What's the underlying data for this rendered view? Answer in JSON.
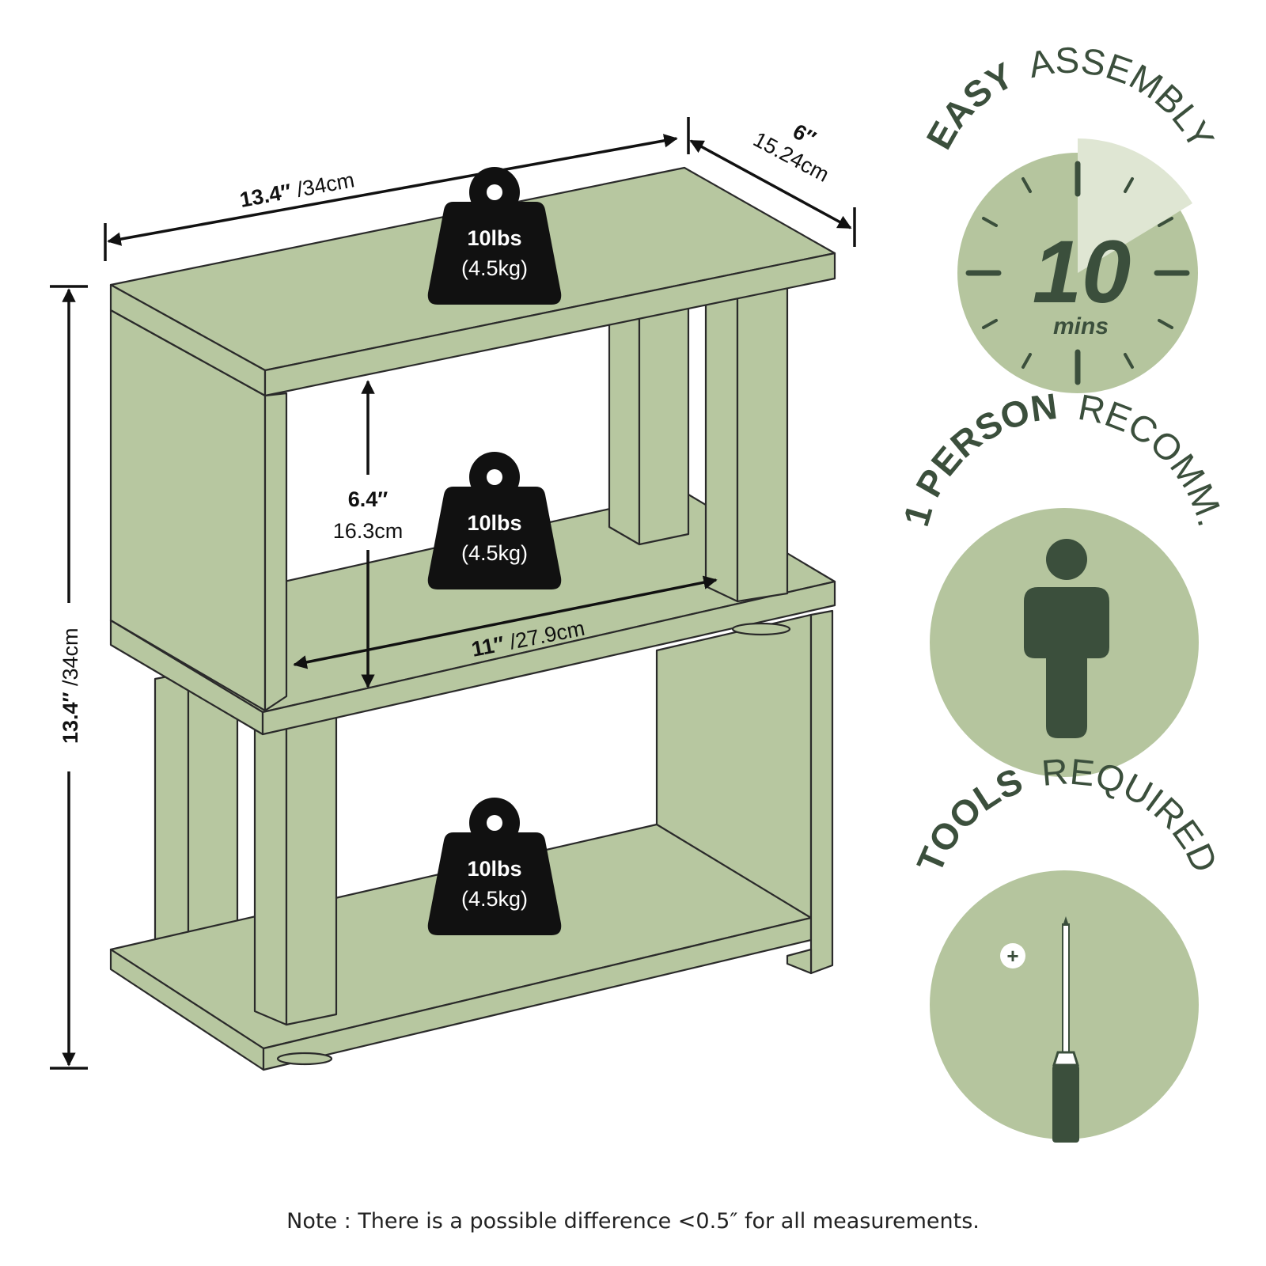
{
  "dimensions": {
    "width_in": "13.4″",
    "width_cm": "/34cm",
    "depth_in": "6″",
    "depth_cm": "15.24cm",
    "height_in": "13.4″",
    "height_cm": "/34cm",
    "shelf_gap_in": "6.4″",
    "shelf_gap_cm": "16.3cm",
    "inner_width_in": "11″",
    "inner_width_cm": "/27.9cm"
  },
  "weights": [
    {
      "lbs": "10lbs",
      "kg": "(4.5kg)"
    },
    {
      "lbs": "10lbs",
      "kg": "(4.5kg)"
    },
    {
      "lbs": "10lbs",
      "kg": "(4.5kg)"
    }
  ],
  "badges": {
    "assembly": {
      "title_bold": "EASY",
      "title_rest": "ASSEMBLY",
      "minutes": "10",
      "unit": "mins"
    },
    "person": {
      "title_bold": "1 PERSON",
      "title_rest": "RECOMM."
    },
    "tools": {
      "title_bold": "TOOLS",
      "title_rest": "REQUIRED",
      "plus": "+"
    }
  },
  "note": "Note : There is a possible difference <0.5″ for all measurements.",
  "colors": {
    "shelf_green": "#b7c7a0",
    "badge_green": "#b5c59e",
    "dark_green": "#3b4f3c",
    "light_wedge": "#dfe6d3",
    "outline": "#2a2a2a"
  },
  "icons": [
    "weight-icon",
    "stopwatch-icon",
    "person-icon",
    "screwdriver-icon"
  ]
}
